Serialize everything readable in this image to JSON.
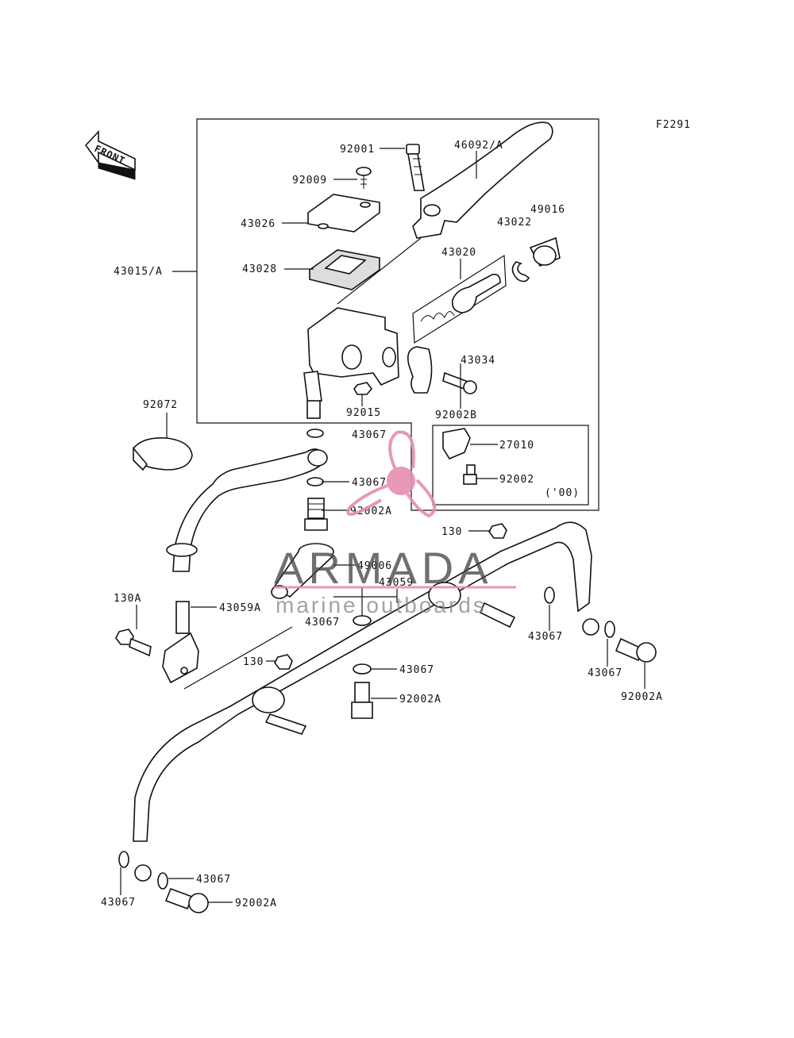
{
  "figure_code": "F2291",
  "front_label": "FRONT",
  "labels": {
    "l92001": "92001",
    "l46092": "46092/A",
    "l92009": "92009",
    "l43026": "43026",
    "l49016": "49016",
    "l43022": "43022",
    "l43028": "43028",
    "l43015": "43015/A",
    "l43020": "43020",
    "l43034": "43034",
    "l92072": "92072",
    "l92015": "92015",
    "l92002B": "92002B",
    "l43067a": "43067",
    "l27010": "27010",
    "l43067b": "43067",
    "l92002": "92002",
    "l00": "('00)",
    "l92002Aa": "92002A",
    "l130a": "130",
    "l49006": "49006",
    "l43059": "43059",
    "l130A": "130A",
    "l43059A": "43059A",
    "l43067c": "43067",
    "l43067d": "43067",
    "l130b": "130",
    "l43067e": "43067",
    "l43067f": "43067",
    "l92002Ab": "92002A",
    "l92002Ac": "92002A",
    "l43067g": "43067",
    "l43067h": "43067",
    "l92002Ad": "92002A"
  },
  "watermark": {
    "brand": "ARMADA",
    "tagline": "marine outboards",
    "accent_color": "#e58fb0"
  }
}
